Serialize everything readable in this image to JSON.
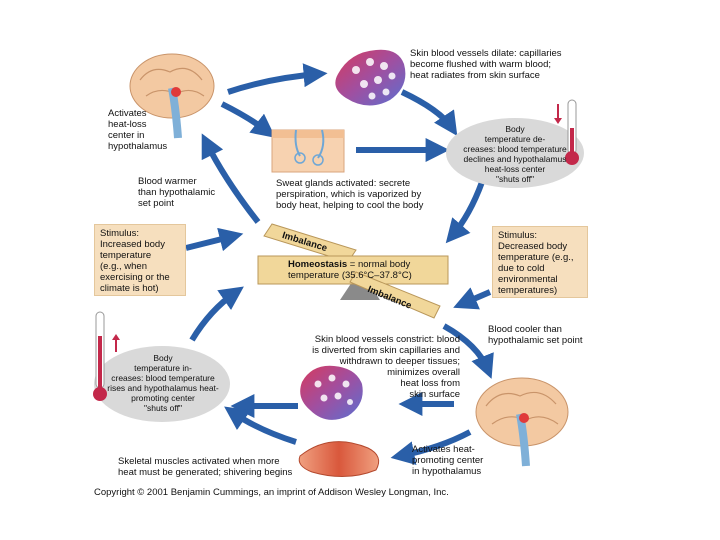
{
  "labels": {
    "activates_heat_loss": "Activates\nheat-loss\ncenter in\nhypothalamus",
    "skin_vessels_dilate": "Skin blood vessels dilate: capillaries\nbecome flushed with warm blood;\nheat radiates from skin surface",
    "body_temp_decreases": "Body\ntemperature de-\ncreases: blood temperature\ndeclines and hypothalamus\nheat-loss center\n\"shuts off\"",
    "blood_warmer": "Blood warmer\nthan hypothalamic\nset point",
    "sweat_glands": "Sweat glands activated: secrete\nperspiration, which is vaporized by\nbody heat, helping to cool the body",
    "stimulus_increased": "Stimulus:\nIncreased body\ntemperature\n(e.g., when\nexercising or the\nclimate is hot)",
    "stimulus_decreased": "Stimulus:\nDecreased body\ntemperature (e.g.,\ndue to cold\nenvironmental\ntemperatures)",
    "imbalance_top": "Imbalance",
    "imbalance_bottom": "Imbalance",
    "homeostasis_bold": "Homeostasis",
    "homeostasis_rest": " = normal body\ntemperature (35.6°C–37.8°C)",
    "blood_cooler": "Blood cooler than\nhypothalamic set point",
    "skin_vessels_constrict": "Skin blood vessels constrict: blood\nis diverted from skin capillaries and\nwithdrawn to deeper tissues;\nminimizes overall\nheat loss from\nskin surface",
    "body_temp_increases": "Body\ntemperature in-\ncreases: blood temperature\nrises and hypothalamus heat-\npromoting center\n\"shuts off\"",
    "skeletal_muscles": "Skeletal muscles activated when more\nheat must be generated; shivering begins",
    "activates_heat_promoting": "Activates heat-\npromoting center\nin hypothalamus",
    "copyright": "Copyright © 2001 Benjamin Cummings, an imprint of Addison Wesley Longman, Inc."
  },
  "colors": {
    "arrow": "#2a5fa8",
    "stimulus_box": "#f6dfbe",
    "ellipse": "#d9d9d9",
    "seesaw": "#f1d79a",
    "brain": "#f3c9a2",
    "thermometer_red": "#c3284a",
    "vessel_red": "#d63a5e",
    "vessel_blue": "#5b6fd0",
    "muscle": "#e0775a"
  },
  "icons": [
    "brain-icon",
    "blood-vessel-icon",
    "sweat-gland-icon",
    "thermometer-icon",
    "muscle-icon",
    "seesaw-icon"
  ]
}
